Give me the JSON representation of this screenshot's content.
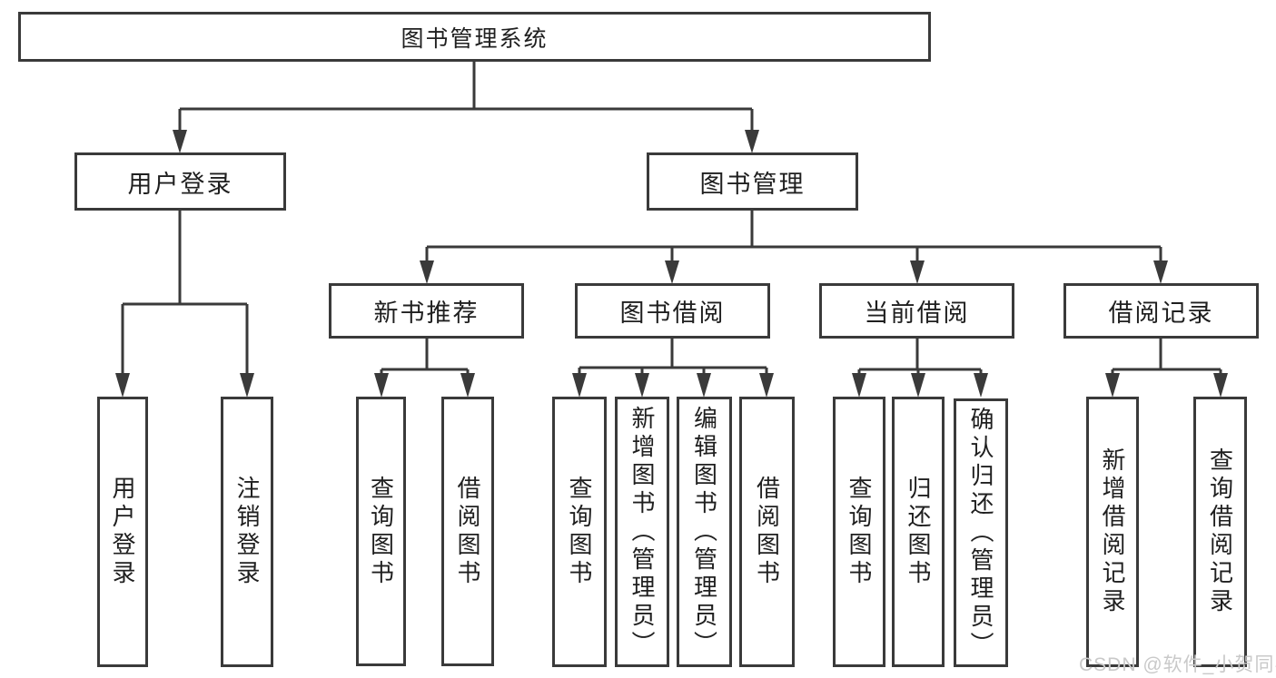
{
  "diagram": {
    "type": "hierarchy-flowchart",
    "tree": {
      "label": "图书管理系统",
      "children": [
        {
          "label": "用户登录",
          "children": [
            {
              "label": "用户登录"
            },
            {
              "label": "注销登录"
            }
          ]
        },
        {
          "label": "图书管理",
          "children": [
            {
              "label": "新书推荐",
              "children": [
                {
                  "label": "查询图书"
                },
                {
                  "label": "借阅图书"
                }
              ]
            },
            {
              "label": "图书借阅",
              "children": [
                {
                  "label": "查询图书"
                },
                {
                  "label": "新增图书（管理员）"
                },
                {
                  "label": "编辑图书（管理员）"
                },
                {
                  "label": "借阅图书"
                }
              ]
            },
            {
              "label": "当前借阅",
              "children": [
                {
                  "label": "查询图书"
                },
                {
                  "label": "归还图书"
                },
                {
                  "label": "确认归还（管理员）"
                }
              ]
            },
            {
              "label": "借阅记录",
              "children": [
                {
                  "label": "新增借阅记录"
                },
                {
                  "label": "查询借阅记录"
                }
              ]
            }
          ]
        }
      ]
    }
  },
  "watermark": "CSDN @软件_小贺同学",
  "colors": {
    "line": "#3a3a3a",
    "text": "#1f1f1f",
    "box_background": "#ffffff",
    "page_background": "#ffffff",
    "watermark": "#c9c9c9"
  }
}
